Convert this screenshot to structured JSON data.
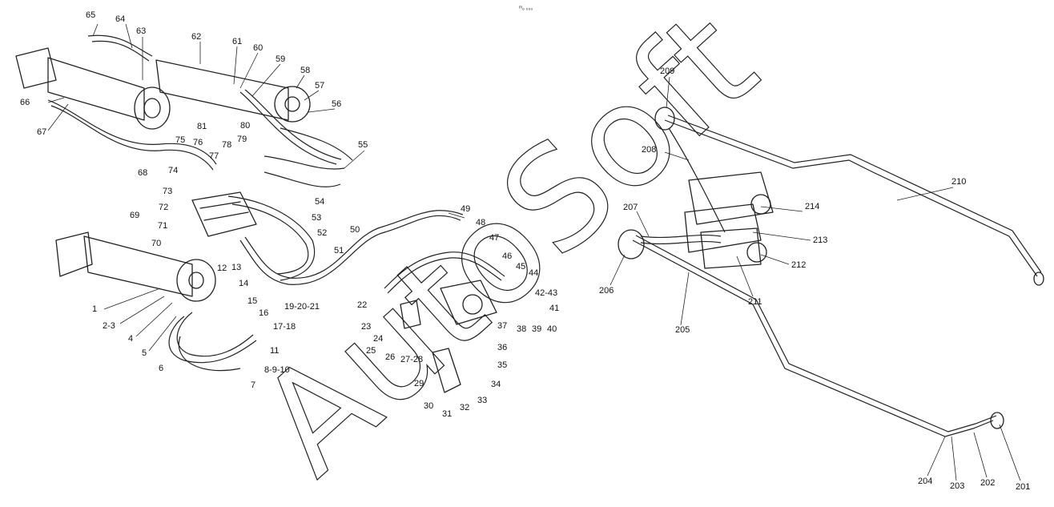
{
  "header_mark": "ᵐₒ ₀₀₀",
  "watermark": "AutoSoft",
  "callouts_left": [
    "1",
    "2-3",
    "4",
    "5",
    "6",
    "7",
    "8-9-10",
    "11",
    "12",
    "13",
    "14",
    "15",
    "16",
    "17-18",
    "19-20-21",
    "22",
    "23",
    "24",
    "25",
    "26",
    "27-28",
    "29",
    "30",
    "31",
    "32",
    "33",
    "34",
    "35",
    "36",
    "37",
    "38",
    "39",
    "40",
    "41",
    "42-43",
    "44",
    "45",
    "46",
    "47",
    "48",
    "49",
    "50",
    "51",
    "52",
    "53",
    "54",
    "55",
    "56",
    "57",
    "58",
    "59",
    "60",
    "61",
    "62",
    "63",
    "64",
    "65",
    "66",
    "67",
    "68",
    "69",
    "70",
    "71",
    "72",
    "73",
    "74",
    "75",
    "76",
    "77",
    "78",
    "79",
    "80",
    "81"
  ],
  "callouts_right": [
    "201",
    "202",
    "203",
    "204",
    "205",
    "206",
    "207",
    "208",
    "209",
    "210",
    "211",
    "212",
    "213",
    "214"
  ]
}
